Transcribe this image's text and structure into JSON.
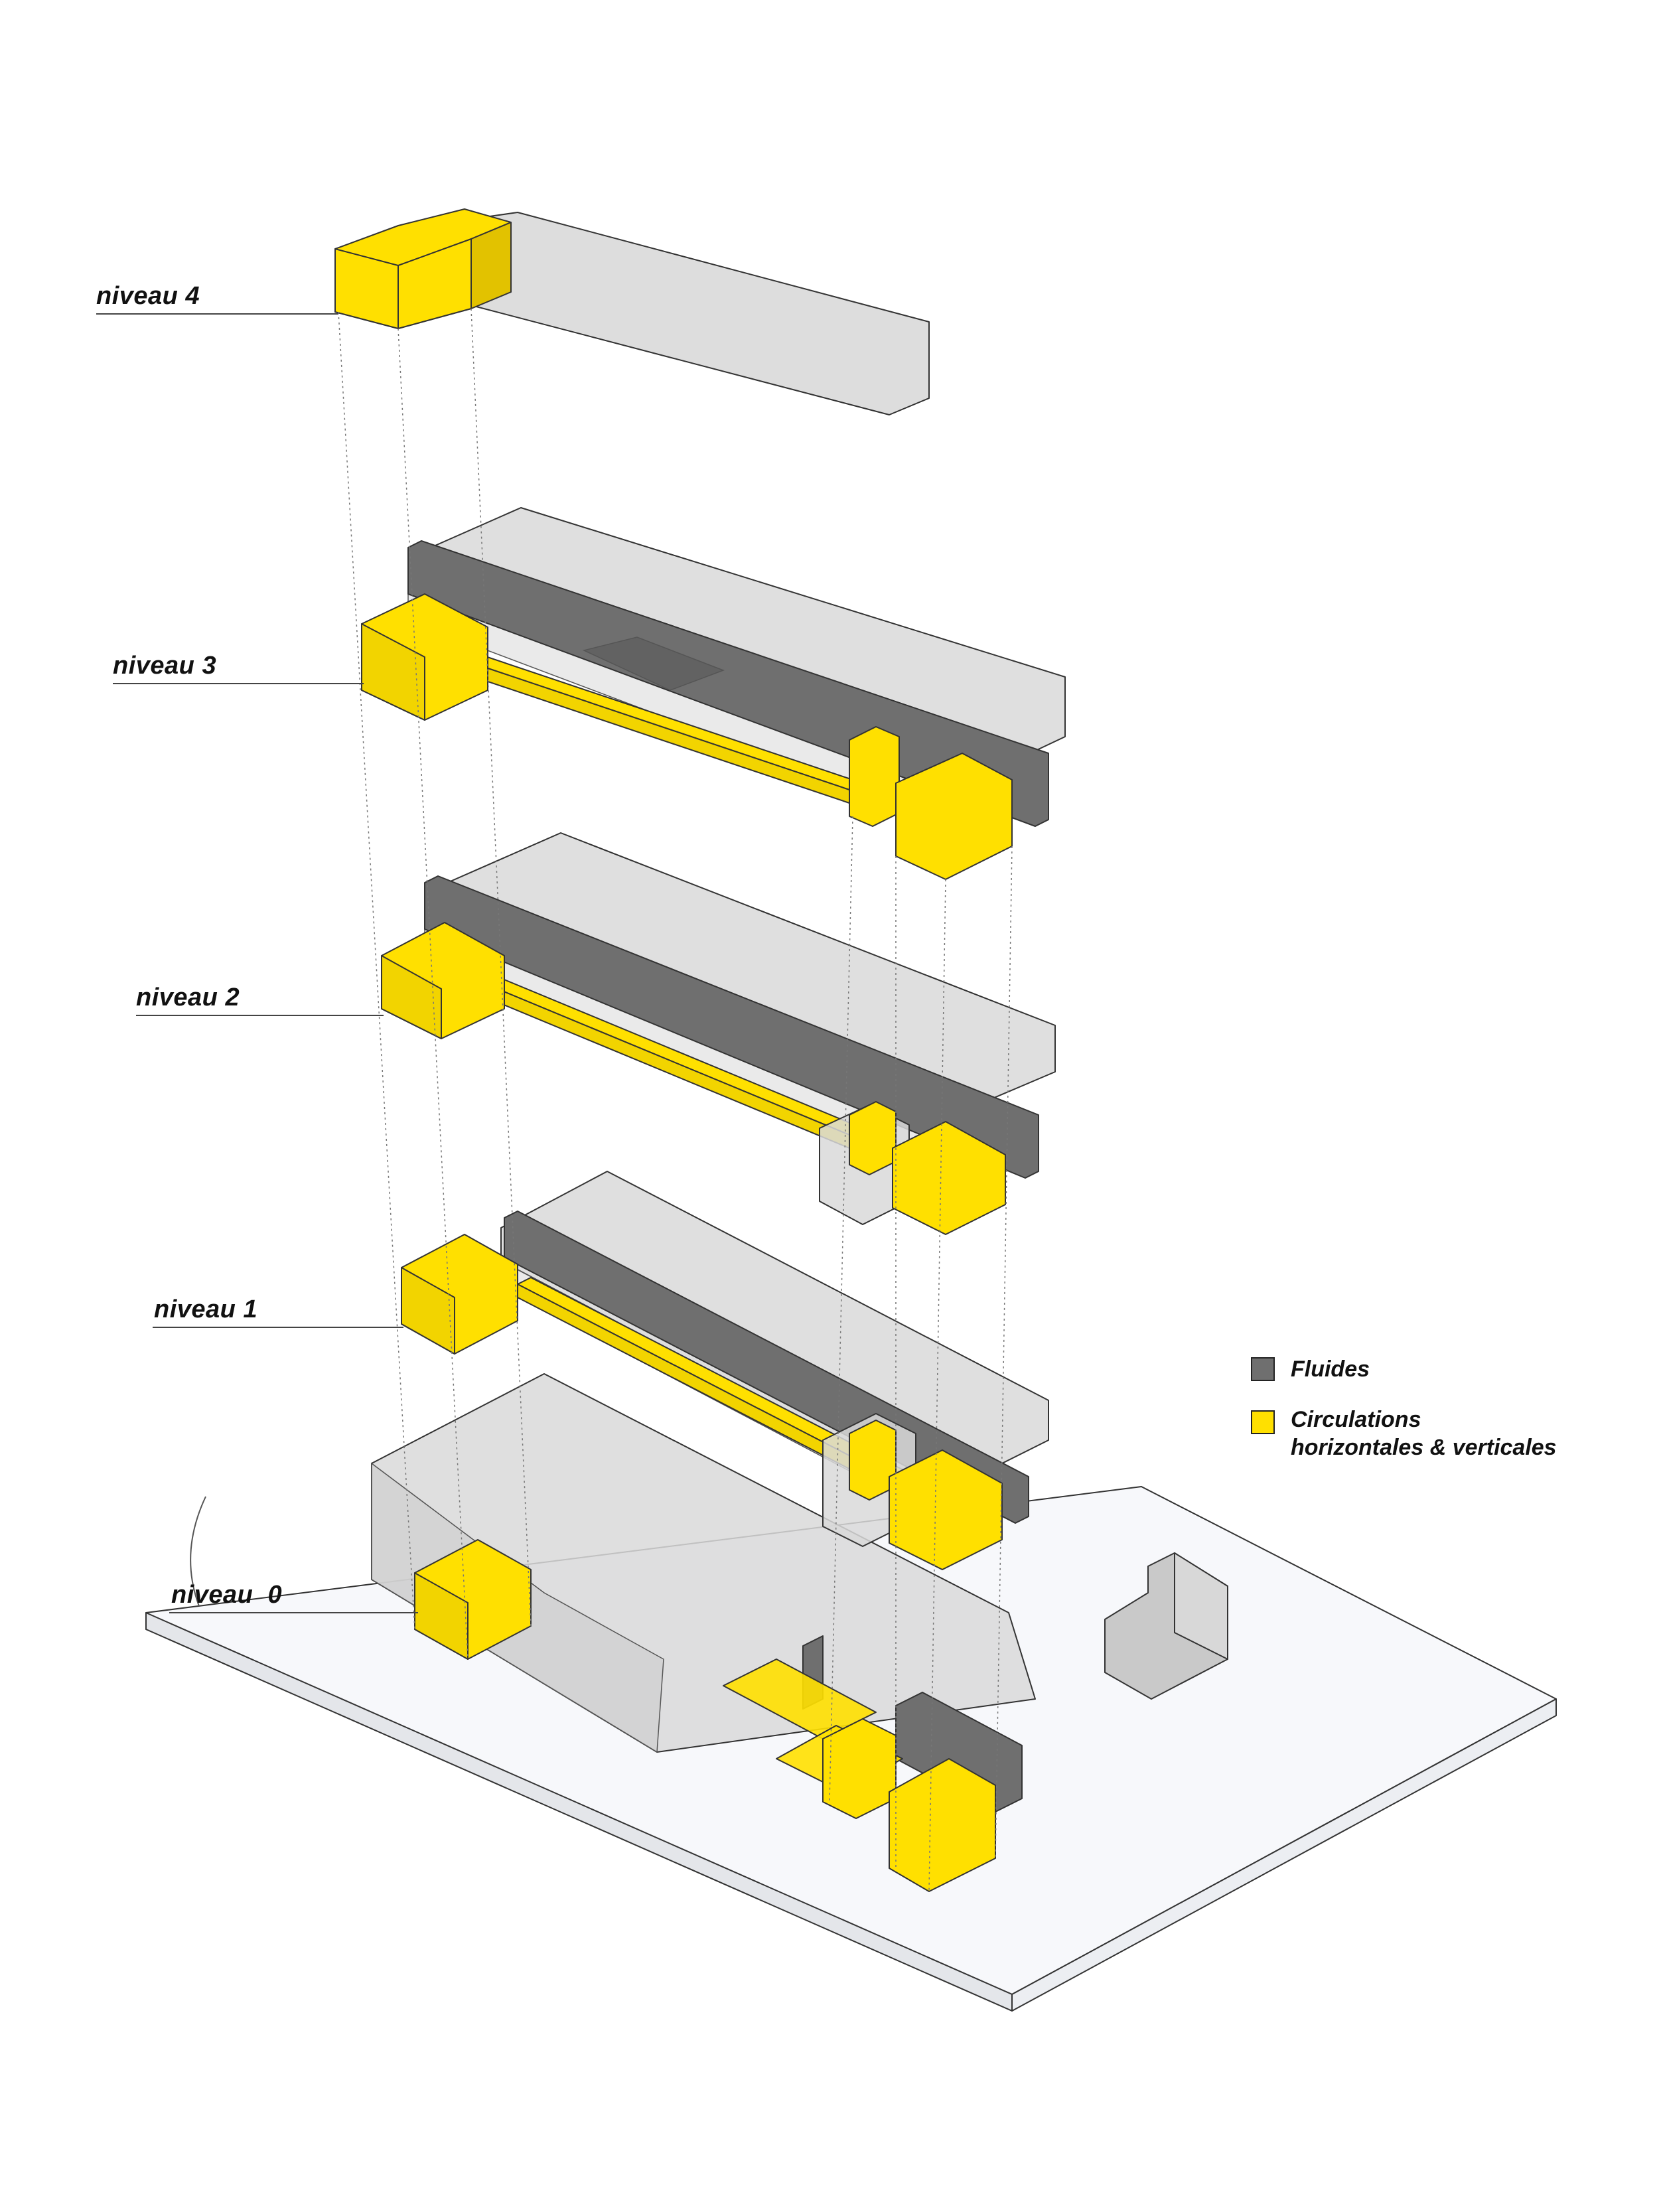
{
  "levels": [
    {
      "label": "niveau 4"
    },
    {
      "label": "niveau 3"
    },
    {
      "label": "niveau 2"
    },
    {
      "label": "niveau 1"
    },
    {
      "label": "niveau  0"
    }
  ],
  "legend": {
    "fluides": {
      "label": "Fluides",
      "color": "#6f6f6f"
    },
    "circulations": {
      "label": "Circulations",
      "label_line2": "horizontales & verticales",
      "color": "#ffe000"
    }
  },
  "colors": {
    "slab": "#d9d9d9",
    "slab_light": "#e6e6e6",
    "site": "#f7f8fb",
    "fluides": "#6f6f6f",
    "circulations": "#ffe000",
    "outline": "#333333"
  }
}
